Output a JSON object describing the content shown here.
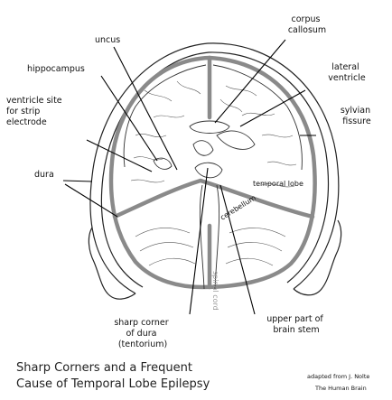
{
  "labels": {
    "corpus_callosum": [
      "corpus",
      "callosum"
    ],
    "uncus": "uncus",
    "hippocampus": "hippocampus",
    "lateral_ventricle": [
      "lateral",
      "ventricle"
    ],
    "ventricle_site": [
      "ventricle site",
      "for strip",
      "electrode"
    ],
    "sylvian_fissure": [
      "sylvian",
      "fissure"
    ],
    "dura": "dura",
    "temporal_lobe": "temporal lobe",
    "cerebellum": "cerebellum",
    "spinal_cord": "spinal cord",
    "sharp_corner": [
      "sharp corner",
      "of dura",
      "(tentorium)"
    ],
    "brain_stem": [
      "upper part of",
      "brain stem"
    ]
  },
  "caption": [
    "Sharp Corners and a Frequent",
    "Cause of Temporal Lobe Epilepsy"
  ],
  "credit": [
    "adapted from J. Nolte",
    "The Human Brain"
  ]
}
